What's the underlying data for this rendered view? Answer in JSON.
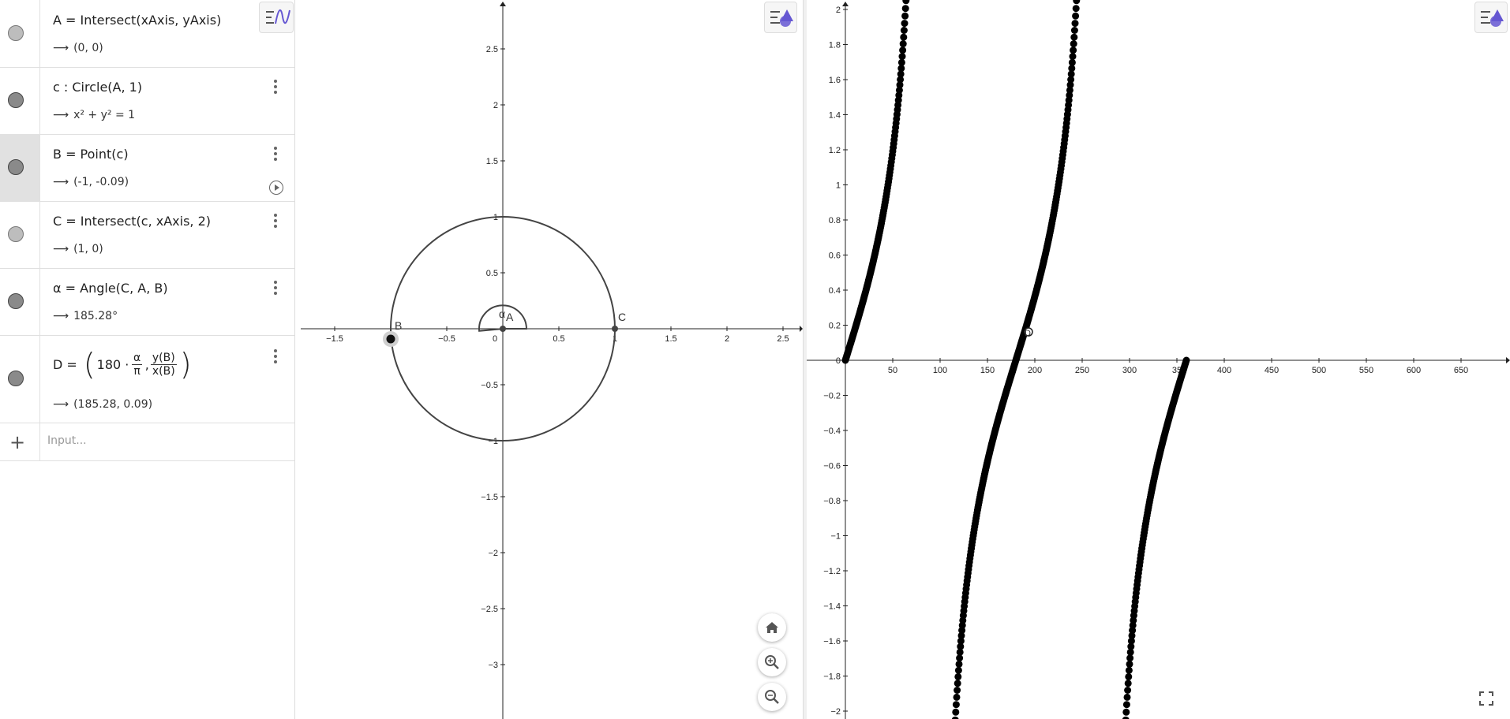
{
  "algebra": {
    "rows": [
      {
        "def": "A = Intersect(xAxis, yAxis)",
        "value": "(0, 0)"
      },
      {
        "def": "c : Circle(A, 1)",
        "value": "x² + y² = 1"
      },
      {
        "def": "B = Point(c)",
        "value": "(-1, -0.09)"
      },
      {
        "def": "C = Intersect(c, xAxis, 2)",
        "value": "(1, 0)"
      },
      {
        "def": "α = Angle(C, A, B)",
        "value": "185.28°"
      },
      {
        "def_prefix": "D =",
        "def_n1": "180 ·",
        "def_frac1_num": "α",
        "def_frac1_den": "π",
        "def_frac2_num": "y(B)",
        "def_frac2_den": "x(B)",
        "value": "(185.28, 0.09)"
      }
    ],
    "input_placeholder": "Input..."
  },
  "graphics1": {
    "x_ticks": [
      "−1.5",
      "−0.5",
      "0",
      "0.5",
      "1",
      "1.5",
      "2",
      "2.5"
    ],
    "y_ticks": [
      "2.5",
      "2",
      "1.5",
      "1",
      "0.5",
      "−0.5",
      "−1",
      "−1.5",
      "−2",
      "−2.5",
      "−3"
    ],
    "labels": {
      "A": "A",
      "B": "B",
      "C": "C",
      "alpha": "α"
    }
  },
  "graphics2": {
    "x_ticks": [
      "50",
      "100",
      "150",
      "200",
      "250",
      "300",
      "35",
      "400",
      "450",
      "500",
      "550",
      "600",
      "650"
    ],
    "y_ticks": [
      "2",
      "1.8",
      "1.6",
      "1.4",
      "1.2",
      "1",
      "0.8",
      "0.6",
      "0.4",
      "0.2",
      "0",
      "−0.2",
      "−0.4",
      "−0.6",
      "−0.8",
      "−1",
      "−1.2",
      "−1.4",
      "−1.6",
      "−1.8",
      "−2"
    ],
    "labels": {
      "D": "D"
    }
  },
  "colors": {
    "accent": "#6557d2",
    "axis": "#222222",
    "curve": "#444444",
    "point": "#000000"
  }
}
